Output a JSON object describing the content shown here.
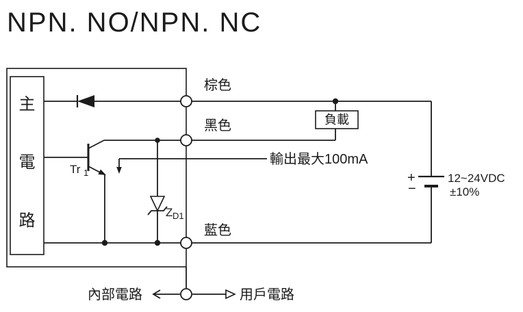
{
  "title": "NPN. NO/NPN. NC",
  "left_panel": {
    "label_chars": [
      "主",
      "電",
      "路"
    ]
  },
  "wires": {
    "brown_label": "棕色",
    "black_label": "黑色",
    "blue_label": "藍色"
  },
  "load": {
    "label": "負載"
  },
  "annotations": {
    "output_note": "輸出最大100mA",
    "transistor_label": "Tr",
    "transistor_sub": "1",
    "zener_label": "Z",
    "zener_sub": "D1"
  },
  "power": {
    "plus": "+",
    "minus": "−",
    "voltage": "12~24VDC",
    "tolerance": "±10%"
  },
  "footer": {
    "internal_label": "內部電路",
    "user_label": "用戶電路"
  },
  "colors": {
    "ink": "#1c1c1c",
    "background": "#ffffff"
  }
}
